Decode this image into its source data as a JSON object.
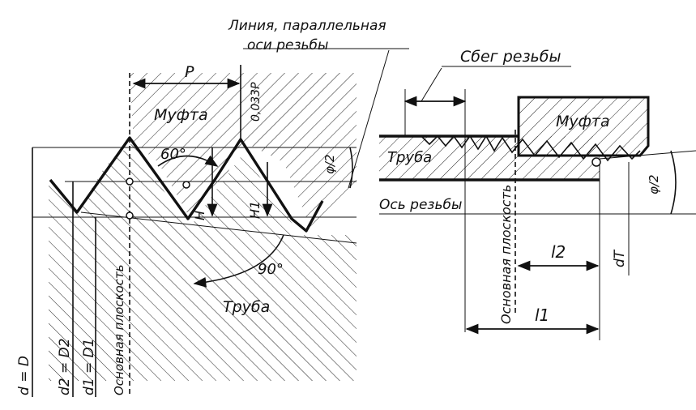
{
  "left_view": {
    "labels": {
      "line_parallel_1": "Линия, параллельная",
      "line_parallel_2": "оси резьбы",
      "pitch": "P",
      "muff": "Муфта",
      "h033": "0,033P",
      "angle60": "60°",
      "phi2": "φ/2",
      "H": "H",
      "H1": "H1",
      "angle90": "90°",
      "pipe": "Труба",
      "d_eq_D": "d = D",
      "d2_eq_D2": "d2 = D2",
      "d1_eq_D1": "d1 = D1",
      "base_plane": "Основная плоскость"
    }
  },
  "right_view": {
    "labels": {
      "runout": "Сбег резьбы",
      "muff": "Муфта",
      "pipe": "Труба",
      "axis": "Ось резьбы",
      "base_plane": "Основная плоскость",
      "l2": "l2",
      "l1": "l1",
      "phi2": "φ/2",
      "dT": "dT"
    }
  }
}
